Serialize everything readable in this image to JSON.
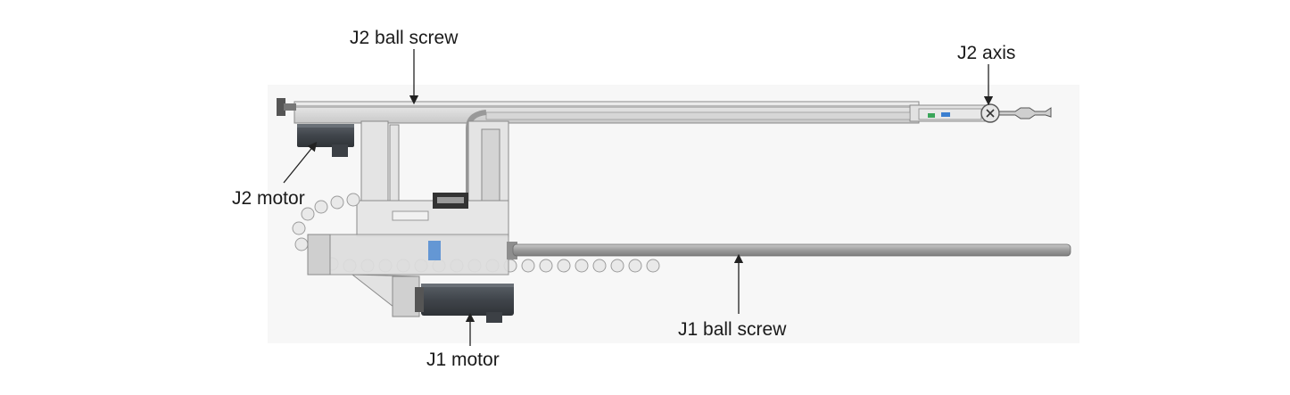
{
  "labels": {
    "j2_ball_screw": "J2 ball screw",
    "j2_axis": "J2 axis",
    "j2_motor": "J2 motor",
    "j1_ball_screw": "J1 ball screw",
    "j1_motor": "J1 motor"
  },
  "colors": {
    "frame": "#dcdcdc",
    "frame_edge": "#8a8a8a",
    "motor": "#4a4f55",
    "screw": "#a9a9a9",
    "arrow": "#222222",
    "accent_green": "#3aa55a",
    "accent_blue": "#3b7fd0"
  }
}
